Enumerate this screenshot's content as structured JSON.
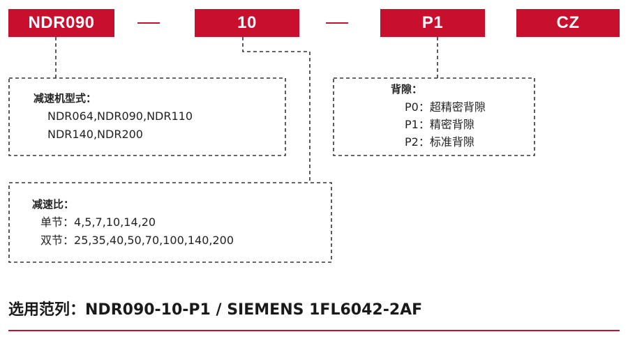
{
  "codes": {
    "model": "NDR090",
    "ratio": "10",
    "backlash": "P1",
    "motor": "CZ"
  },
  "model_box": {
    "title": "减速机型式：",
    "line1": "NDR064,NDR090,NDR110",
    "line2": "NDR140,NDR200"
  },
  "backlash_box": {
    "title": "背隙：",
    "items": [
      {
        "code": "P0",
        "desc": "超精密背隙"
      },
      {
        "code": "P1",
        "desc": "精密背隙"
      },
      {
        "code": "P2",
        "desc": "标准背隙"
      }
    ]
  },
  "ratio_box": {
    "title": "减速比：",
    "single": {
      "label": "单节：",
      "values": "4,5,7,10,14,20"
    },
    "double": {
      "label": "双节：",
      "values": "25,35,40,50,70,100,140,200"
    }
  },
  "example": {
    "label": "选用范列：",
    "value": "NDR090-10-P1 / SIEMENS 1FL6042-2AF"
  },
  "colors": {
    "accent": "#c8102e",
    "border": "#333333"
  }
}
